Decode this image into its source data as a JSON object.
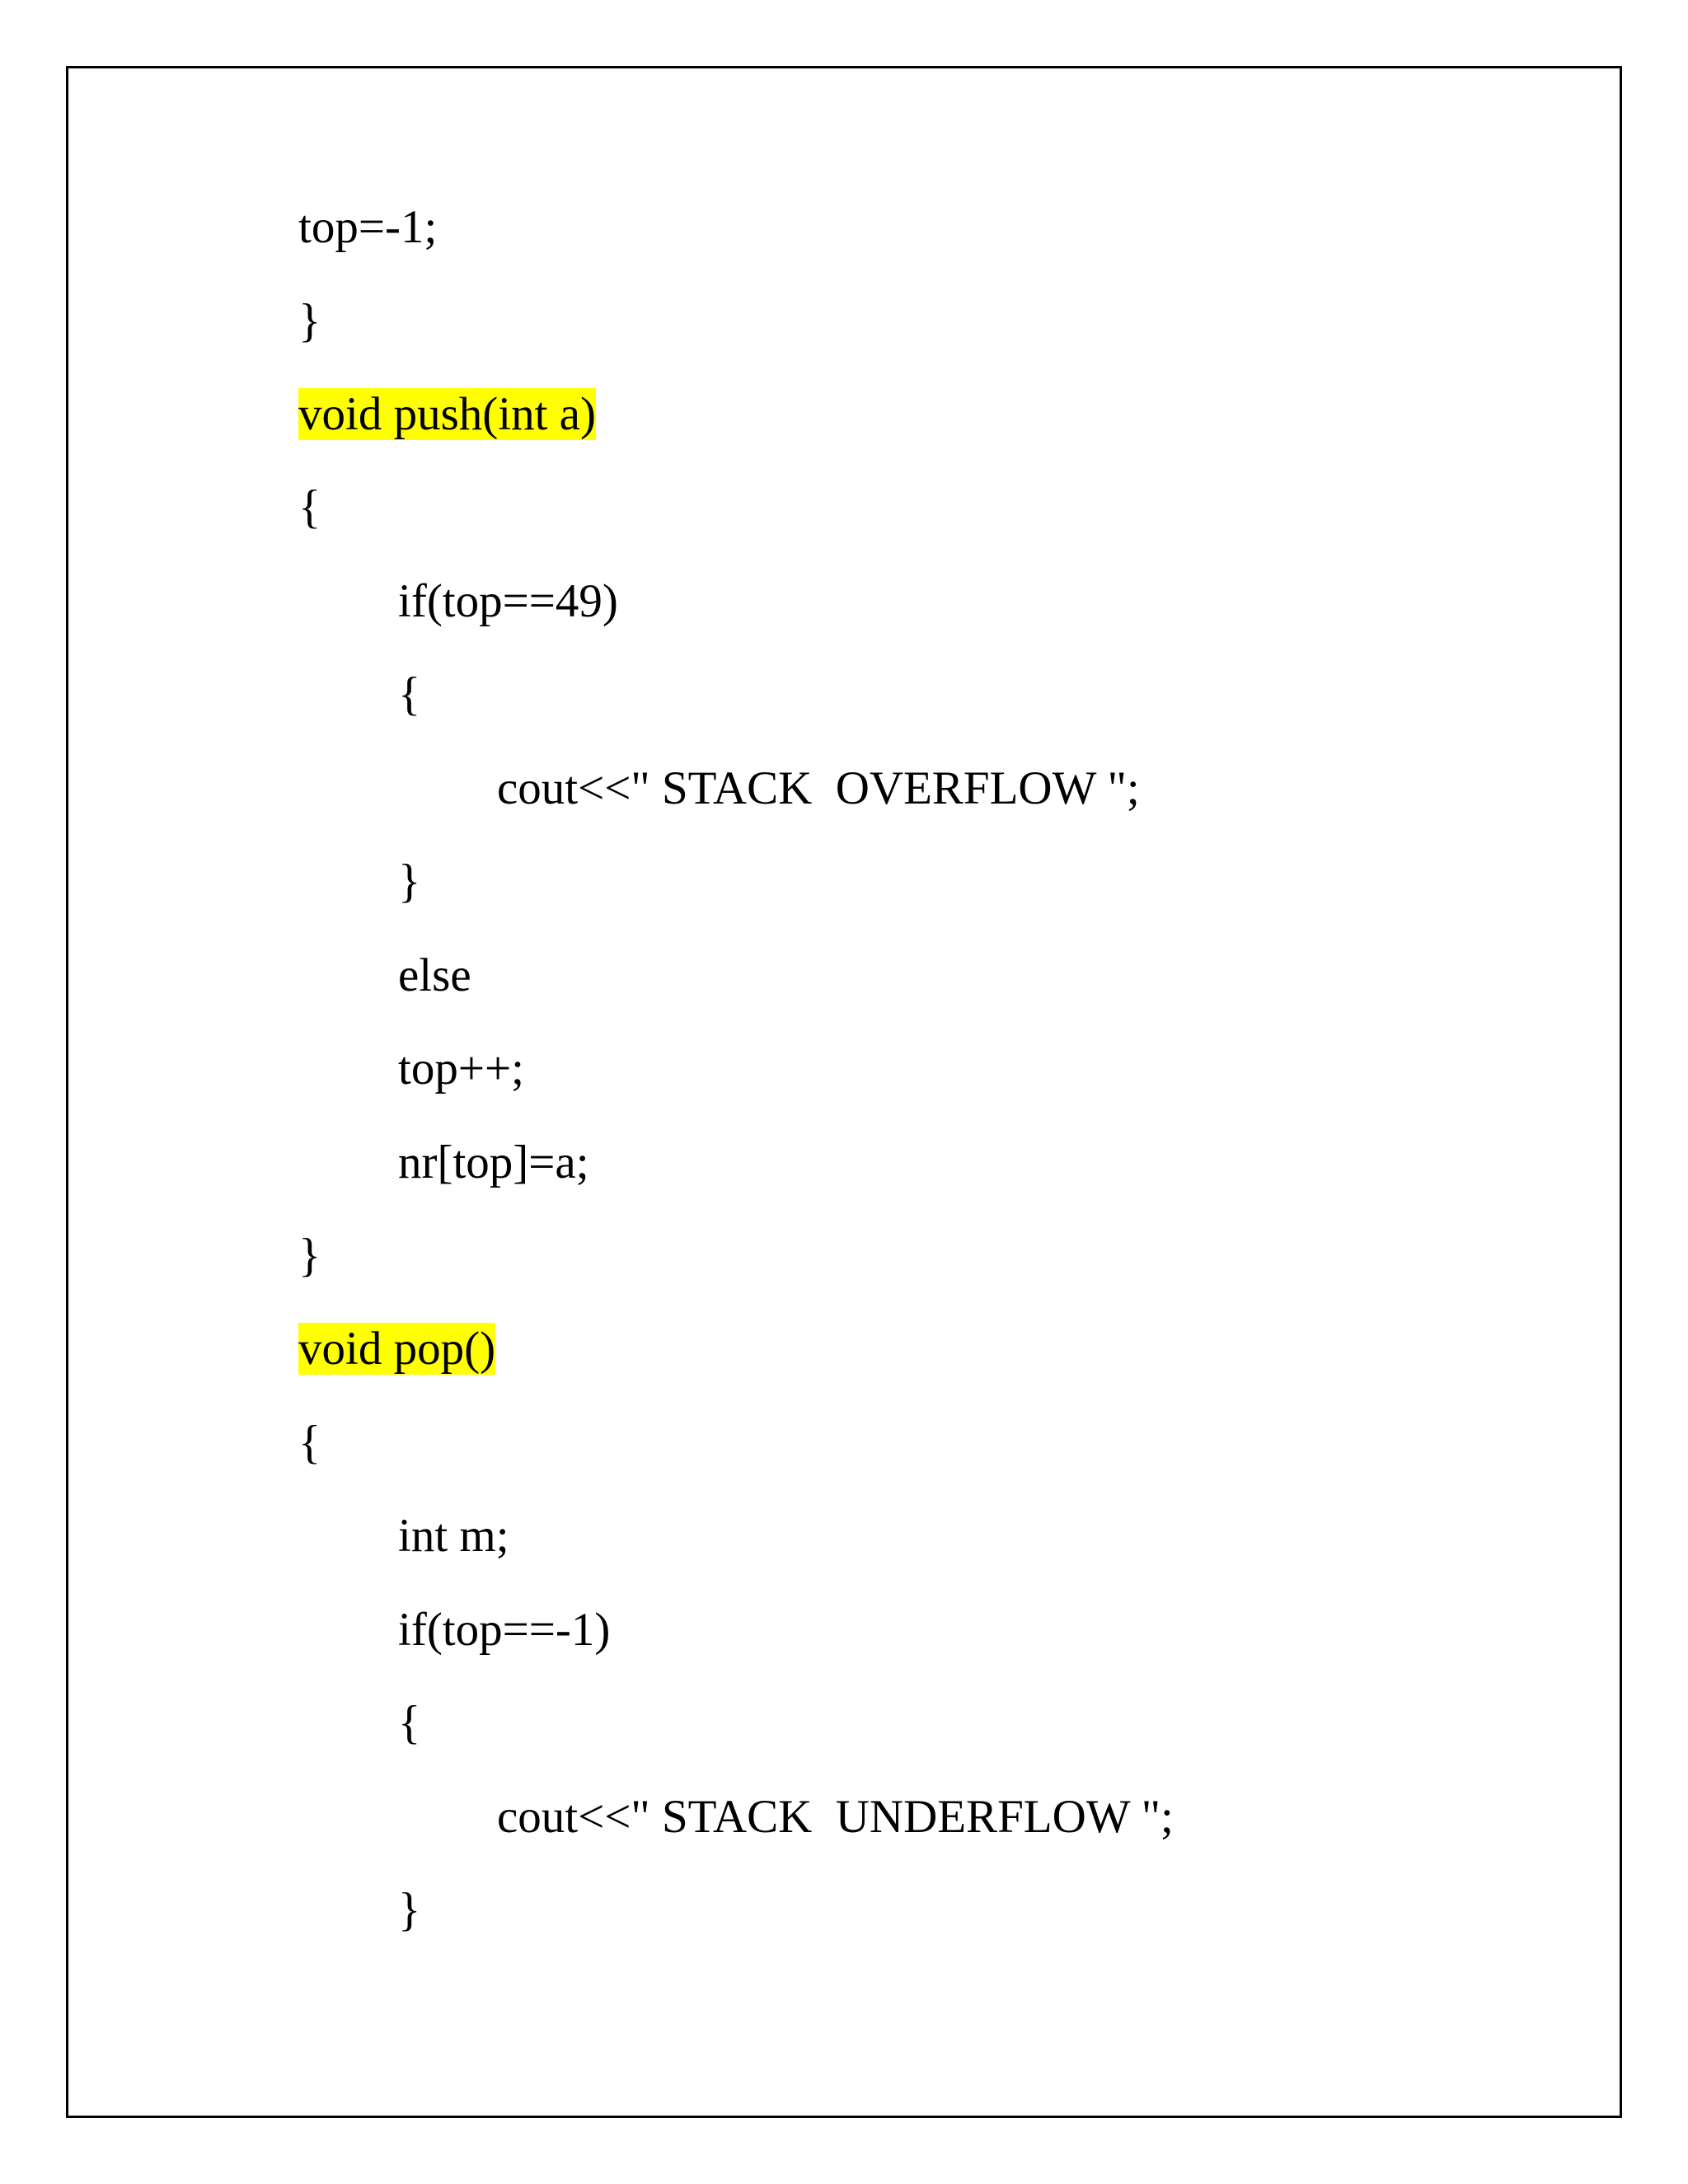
{
  "document": {
    "highlight_color": "#ffff00",
    "lines": [
      {
        "text": "top=-1;",
        "indent": 0,
        "highlight": false
      },
      {
        "text": "}",
        "indent": 0,
        "highlight": false
      },
      {
        "text": "void push(int a)",
        "indent": 0,
        "highlight": true
      },
      {
        "text": "{",
        "indent": 0,
        "highlight": false
      },
      {
        "text": "if(top==49)",
        "indent": 1,
        "highlight": false
      },
      {
        "text": "{",
        "indent": 1,
        "highlight": false
      },
      {
        "text": "cout<<\" STACK  OVERFLOW \";",
        "indent": 2,
        "highlight": false
      },
      {
        "text": "}",
        "indent": 1,
        "highlight": false
      },
      {
        "text": "else",
        "indent": 1,
        "highlight": false
      },
      {
        "text": "top++;",
        "indent": 1,
        "highlight": false
      },
      {
        "text": "nr[top]=a;",
        "indent": 1,
        "highlight": false
      },
      {
        "text": "}",
        "indent": 0,
        "highlight": false
      },
      {
        "text": "void pop()",
        "indent": 0,
        "highlight": true
      },
      {
        "text": "{",
        "indent": 0,
        "highlight": false
      },
      {
        "text": "int m;",
        "indent": 1,
        "highlight": false
      },
      {
        "text": "if(top==-1)",
        "indent": 1,
        "highlight": false
      },
      {
        "text": "{",
        "indent": 1,
        "highlight": false
      },
      {
        "text": "cout<<\" STACK  UNDERFLOW \";",
        "indent": 2,
        "highlight": false
      },
      {
        "text": "}",
        "indent": 1,
        "highlight": false
      }
    ]
  }
}
